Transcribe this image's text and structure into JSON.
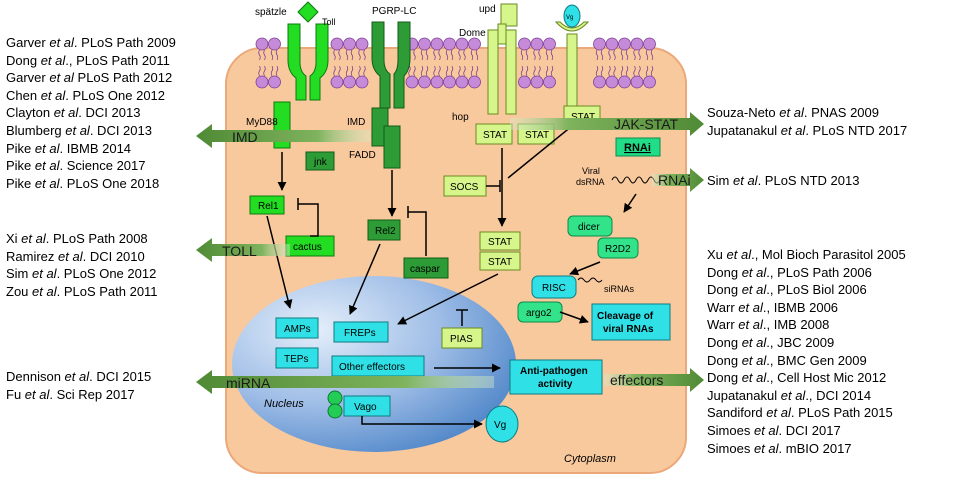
{
  "left_refs": {
    "imd": [
      {
        "a": "Garver ",
        "em": "et al",
        "b": ". PLoS Path 2009"
      },
      {
        "a": "Dong ",
        "em": "et al",
        "b": "., PLoS Path 2011"
      },
      {
        "a": "Garver ",
        "em": "et al",
        "b": " PLoS Path 2012"
      },
      {
        "a": "Chen ",
        "em": "et al",
        "b": ". PLoS One 2012"
      },
      {
        "a": "Clayton ",
        "em": "et al",
        "b": ". DCI 2013"
      },
      {
        "a": "Blumberg ",
        "em": "et al",
        "b": ". DCI 2013"
      },
      {
        "a": "Pike ",
        "em": "et al",
        "b": ". IBMB 2014"
      },
      {
        "a": "Pike ",
        "em": "et al",
        "b": ". Science 2017"
      },
      {
        "a": "Pike ",
        "em": "et al",
        "b": ". PLoS One 2018"
      }
    ],
    "toll": [
      {
        "a": "Xi ",
        "em": "et al",
        "b": ". PLoS Path 2008"
      },
      {
        "a": "Ramirez ",
        "em": "et al",
        "b": ". DCI 2010"
      },
      {
        "a": "Sim ",
        "em": "et al",
        "b": ". PLoS One 2012"
      },
      {
        "a": "Zou ",
        "em": "et al",
        "b": ". PLoS Path 2011"
      }
    ],
    "mirna": [
      {
        "a": "Dennison ",
        "em": "et al",
        "b": ". DCI 2015"
      },
      {
        "a": "Fu ",
        "em": "et al",
        "b": ". Sci Rep 2017"
      }
    ]
  },
  "right_refs": {
    "jakstat": [
      {
        "a": "Souza-Neto ",
        "em": "et al",
        "b": ". PNAS 2009"
      },
      {
        "a": "Jupatanakul ",
        "em": "et al",
        "b": ". PLoS NTD 2017"
      }
    ],
    "rnai": [
      {
        "a": "Sim ",
        "em": "et al",
        "b": ". PLoS NTD 2013"
      }
    ],
    "effectors": [
      {
        "a": "Xu ",
        "em": "et al",
        "b": "., Mol Bioch Parasitol 2005"
      },
      {
        "a": "Dong ",
        "em": "et al",
        "b": "., PLoS Path 2006"
      },
      {
        "a": "Dong ",
        "em": "et al",
        "b": "., PLoS Biol 2006"
      },
      {
        "a": "Warr ",
        "em": "et al",
        "b": "., IBMB 2006"
      },
      {
        "a": "Warr ",
        "em": "et al",
        "b": "., IMB 2008"
      },
      {
        "a": "Dong ",
        "em": "et al",
        "b": "., JBC 2009"
      },
      {
        "a": "Dong ",
        "em": "et al",
        "b": "., BMC Gen 2009"
      },
      {
        "a": "Dong ",
        "em": "et al",
        "b": "., Cell Host Mic 2012"
      },
      {
        "a": "Jupatanakul ",
        "em": "et al",
        "b": "., DCI 2014"
      },
      {
        "a": "Sandiford ",
        "em": "et al",
        "b": ". PLoS Path 2015"
      },
      {
        "a": "Simoes ",
        "em": "et al",
        "b": ". DCI 2017"
      },
      {
        "a": "Simoes ",
        "em": "et al",
        "b": ". mBIO 2017"
      }
    ]
  },
  "pathway_arrows": {
    "imd": "IMD",
    "toll": "TOLL",
    "mirna": "miRNA",
    "jakstat": "JAK-STAT",
    "rnai": "RNAi",
    "effectors": "effectors"
  },
  "receptors": {
    "spatzle": "spätzle",
    "toll": "Toll",
    "pgrp": "PGRP-LC",
    "upd": "upd",
    "dome": "Dome",
    "vg_top": "Vg",
    "hop": "hop"
  },
  "nodes": {
    "myd88": "MyD88",
    "imd_node": "IMD",
    "fadd": "FADD",
    "jnk": "jnk",
    "rel1": "Rel1",
    "cactus": "cactus",
    "rel2": "Rel2",
    "caspar": "caspar",
    "stat_hop1": "STAT",
    "stat_hop2": "STAT",
    "stat_vg": "STAT",
    "socs": "SOCS",
    "stat_dimer_top": "STAT",
    "stat_dimer_bottom": "STAT",
    "pias": "PIAS",
    "rnai_title": "RNAi",
    "viral_dsrna_1": "Viral",
    "viral_dsrna_2": "dsRNA",
    "dicer": "dicer",
    "r2d2": "R2D2",
    "risc": "RISC",
    "sirnas": "siRNAs",
    "argo2": "argo2",
    "cleavage_1": "Cleavage of",
    "cleavage_2": "viral RNAs",
    "amps": "AMPs",
    "freps": "FREPs",
    "teps": "TEPs",
    "other_effectors": "Other effectors",
    "anti_pathogen_1": "Anti-pathogen",
    "anti_pathogen_2": "activity",
    "nucleus": "Nucleus",
    "vago": "Vago",
    "vg_bottom": "Vg",
    "cytoplasm": "Cytoplasm"
  },
  "colors": {
    "cell_fill": "#f9c99e",
    "cell_stroke": "#e9a877",
    "lipid_head": "#c58bd8",
    "nucleus_light": "#dce8f7",
    "nucleus_dark": "#4f86c8",
    "bright_green": "#22dd22",
    "dark_green": "#2e9c36",
    "light_yellow_green": "#d6f58a",
    "mint_green": "#33e38a",
    "cyan": "#2fe0e6",
    "pathway_arrow": "#5c8f3c"
  }
}
